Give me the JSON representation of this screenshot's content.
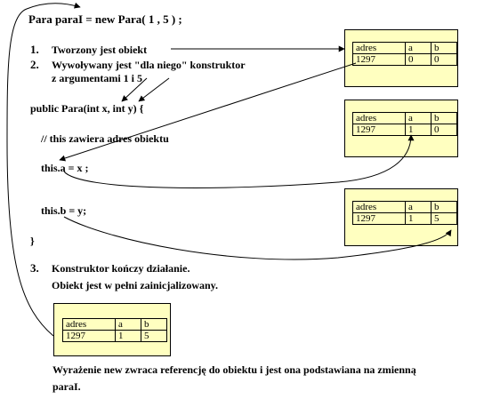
{
  "header_line": "Para paraI = new Para( 1 , 5 ) ;",
  "steps": [
    {
      "num": "1.",
      "text": "Tworzony jest obiekt"
    },
    {
      "num": "2.",
      "text": "Wywoływany jest \"dla niego\" konstruktor"
    },
    {
      "num": "",
      "text": "z argumentami  1  i  5"
    },
    {
      "num": "3.",
      "text": "Konstruktor kończy działanie."
    },
    {
      "num": "",
      "text": "Obiekt jest w pełni zainicjalizowany."
    }
  ],
  "code": {
    "constructor_sig": "public Para(int x, int y) {",
    "comment": "// this zawiera adres obiektu",
    "assign_a": "this.a = x  ;",
    "assign_b": "this.b = y;",
    "close_brace": "}"
  },
  "boxes": [
    {
      "headers": [
        "adres",
        "a",
        "b"
      ],
      "values": [
        "1297",
        "0",
        "0"
      ]
    },
    {
      "headers": [
        "adres",
        "a",
        "b"
      ],
      "values": [
        "1297",
        "1",
        "0"
      ]
    },
    {
      "headers": [
        "adres",
        "a",
        "b"
      ],
      "values": [
        "1297",
        "1",
        "5"
      ]
    },
    {
      "headers": [
        "adres",
        "a",
        "b"
      ],
      "values": [
        "1297",
        "1",
        "5"
      ]
    }
  ],
  "footer": {
    "line1": "Wyrażenie new zwraca  referencję do obiektu i jest ona podstawiana na zmienną",
    "line2": "paraI."
  },
  "colors": {
    "box_fill": "#ffffc0",
    "stroke": "#000000"
  }
}
